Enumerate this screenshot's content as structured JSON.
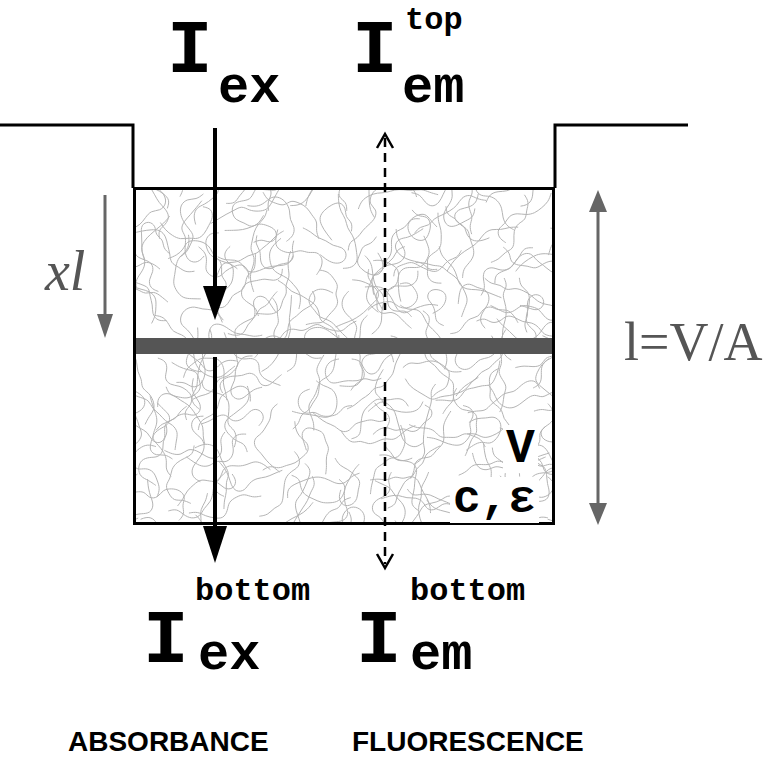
{
  "diagram": {
    "nodes": [
      {
        "text": [
          "V",
          "c,ε"
        ]
      }
    ],
    "labels": [
      "I",
      "ex",
      "I",
      "top",
      "em",
      "I",
      "bottom",
      "ex",
      "I",
      "bottom",
      "em",
      "xl",
      "l=V/A",
      "ABSORBANCE",
      "FLUORESCENCE"
    ]
  }
}
